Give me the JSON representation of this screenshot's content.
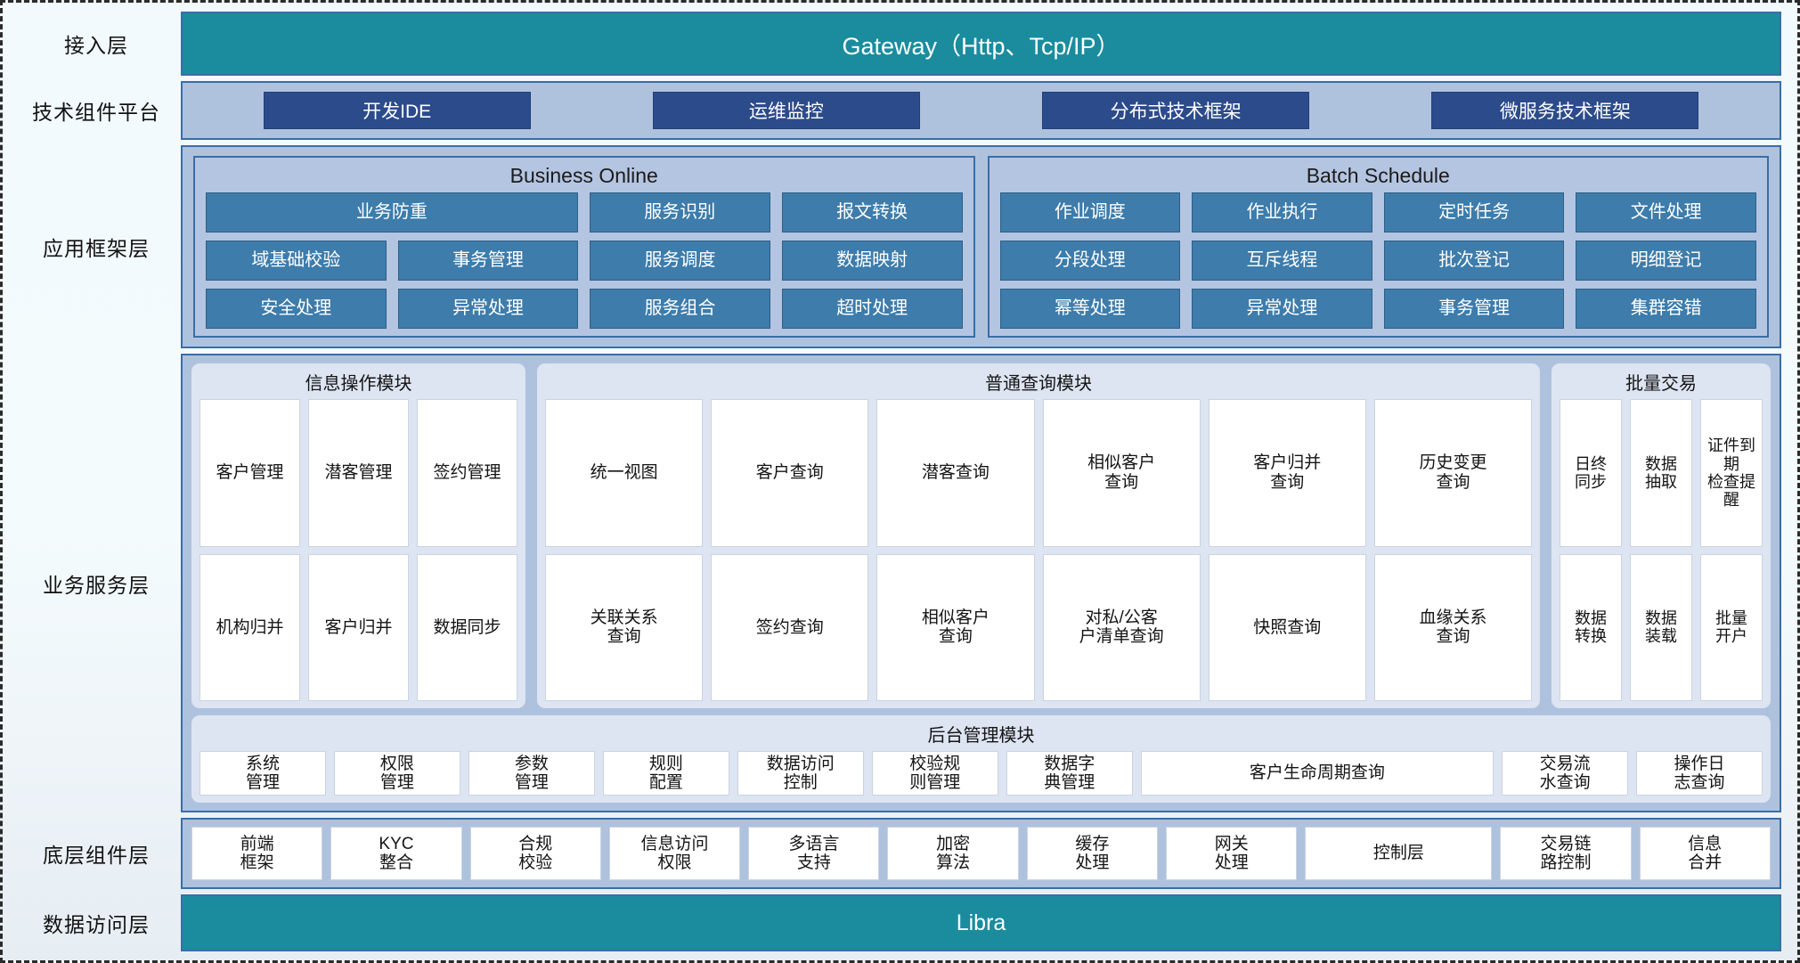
{
  "layers": [
    {
      "label": "接入层"
    },
    {
      "label": "技术组件平台"
    },
    {
      "label": "应用框架层"
    },
    {
      "label": "业务服务层"
    },
    {
      "label": "底层组件层"
    },
    {
      "label": "数据访问层"
    }
  ],
  "access_layer": {
    "label": "接入层",
    "gateway_title": "Gateway（Http、Tcp/IP）"
  },
  "tech_platform": {
    "label": "技术组件平台",
    "chips": [
      "开发IDE",
      "运维监控",
      "分布式技术框架",
      "微服务技术框架"
    ]
  },
  "app_framework": {
    "label": "应用框架层",
    "groups": [
      {
        "title": "Business Online",
        "rows": [
          [
            "业务防重",
            "服务识别",
            "报文转换"
          ],
          [
            "域基础校验",
            "事务管理",
            "服务调度",
            "数据映射"
          ],
          [
            "安全处理",
            "异常处理",
            "服务组合",
            "超时处理"
          ]
        ]
      },
      {
        "title": "Batch Schedule",
        "rows": [
          [
            "作业调度",
            "作业执行",
            "定时任务",
            "文件处理"
          ],
          [
            "分段处理",
            "互斥线程",
            "批次登记",
            "明细登记"
          ],
          [
            "幂等处理",
            "异常处理",
            "事务管理",
            "集群容错"
          ]
        ]
      }
    ]
  },
  "business_service": {
    "label": "业务服务层",
    "modules": [
      {
        "title": "信息操作模块",
        "rows": [
          [
            "客户管理",
            "潜客管理",
            "签约管理"
          ],
          [
            "机构归并",
            "客户归并",
            "数据同步"
          ]
        ]
      },
      {
        "title": "普通查询模块",
        "rows": [
          [
            "统一视图",
            "客户查询",
            "潜客查询",
            "相似客户\n查询",
            "客户归并\n查询",
            "历史变更\n查询"
          ],
          [
            "关联关系\n查询",
            "签约查询",
            "相似客户\n查询",
            "对私/公客\n户清单查询",
            "快照查询",
            "血缘关系\n查询"
          ]
        ]
      },
      {
        "title": "批量交易",
        "rows": [
          [
            "日终\n同步",
            "数据\n抽取",
            "证件到期\n检查提醒"
          ],
          [
            "数据\n转换",
            "数据\n装载",
            "批量\n开户"
          ]
        ]
      }
    ],
    "backoffice": {
      "title": "后台管理模块",
      "items": [
        "系统\n管理",
        "权限\n管理",
        "参数\n管理",
        "规则\n配置",
        "数据访问\n控制",
        "校验规\n则管理",
        "数据字\n典管理",
        "客户生命周期查询",
        "交易流\n水查询",
        "操作日\n志查询"
      ]
    }
  },
  "bottom_components": {
    "label": "底层组件层",
    "items": [
      "前端\n框架",
      "KYC\n整合",
      "合规\n校验",
      "信息访问\n权限",
      "多语言\n支持",
      "加密\n算法",
      "缓存\n处理",
      "网关\n处理",
      "控制层",
      "交易链\n路控制",
      "信息\n合并"
    ]
  },
  "data_access": {
    "label": "数据访问层",
    "title": "Libra"
  },
  "colors": {
    "teal": "#1a8c9e",
    "band": "#aec2de",
    "chip_dark_blue": "#2c4b8b",
    "chip_blue": "#3d7cab",
    "card": "#dde4f2",
    "border": "#3a6ea5"
  }
}
